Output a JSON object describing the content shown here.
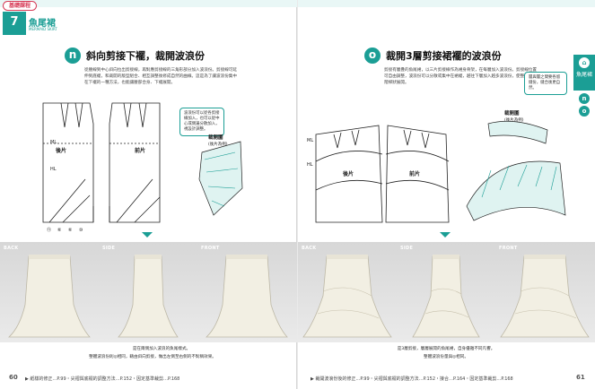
{
  "header": {
    "category_label": "基礎課程",
    "chapter_number": "7",
    "chapter_title": "魚尾裙",
    "chapter_subtitle": "MERMAID SKIRT"
  },
  "left": {
    "section_letter": "n",
    "section_title": "斜向剪接下襬，裁開波浪份",
    "body_text": "從腰線到中心斜向拉出剪接線，再對應剪接線的三角形部分加入波浪份。剪接線可延伸到底襬，和裁開的版型組合、相互調整後修成自然的曲線。這是為了讓波浪份集中在下襬的一種方法，也能讓腰部合身、下襬展開。",
    "note_text": "波浪份可以從各剪接線加入，也可以從中心或側邊分散加入，視設計調整。",
    "back_label": "後片",
    "front_label": "前片",
    "pattern_label": "裁開圖",
    "pattern_sub": "(後片為例)",
    "ml": "ML",
    "hl": "HL",
    "marks": [
      "⑪",
      "⑥",
      "⑥",
      "⑩"
    ],
    "photo_tags": [
      "BACK",
      "SIDE",
      "FRONT"
    ],
    "caption": "是在兩側加入波浪的魚尾樣式。",
    "caption2": "整體波浪份則◎相同，藉由斜向剪接，做出左側至右側的不對稱效果。",
    "page_number": "60",
    "footer_text": "▶ 紙樣的修正…P.99・尖褶與底襬的調整方法…P.152・因定基準裁剪…P.168"
  },
  "right": {
    "section_letter": "o",
    "section_title": "裁開3層剪接裙襬的波浪份",
    "body_text": "剪接有層疊的魚尾裙，以三片剪接線作為裙身骨架，在每層加入波浪份。剪接線位置可自由調整，波浪份可以分散或集中在裙襬，越往下層加入越多波浪份，使整體呈現階梯狀展開。",
    "note_text": "層與層之間要各留縫份，縫合後更自然。",
    "back_label": "後片",
    "front_label": "前片",
    "pattern_label": "裁開圖",
    "pattern_sub": "(後片為例)",
    "ml": "ML",
    "hl": "HL",
    "photo_tags": [
      "BACK",
      "SIDE",
      "FRONT"
    ],
    "caption": "是3層剪接，層層展開的魚尾裙，自身優雅不同凡響。",
    "caption2": "整體波浪份量與◎相同。",
    "page_number": "61",
    "footer_text": "▶ 裁開波浪份後的修正…P.99・尖褶與底襬的調整方法…P.152・接合…P.164・因定基準裁剪…P.168",
    "side_tab_label": "魚尾裙",
    "side_tab_letters": [
      "n",
      "o"
    ]
  },
  "colors": {
    "accent": "#1b9e95",
    "brand": "#d63a56"
  }
}
